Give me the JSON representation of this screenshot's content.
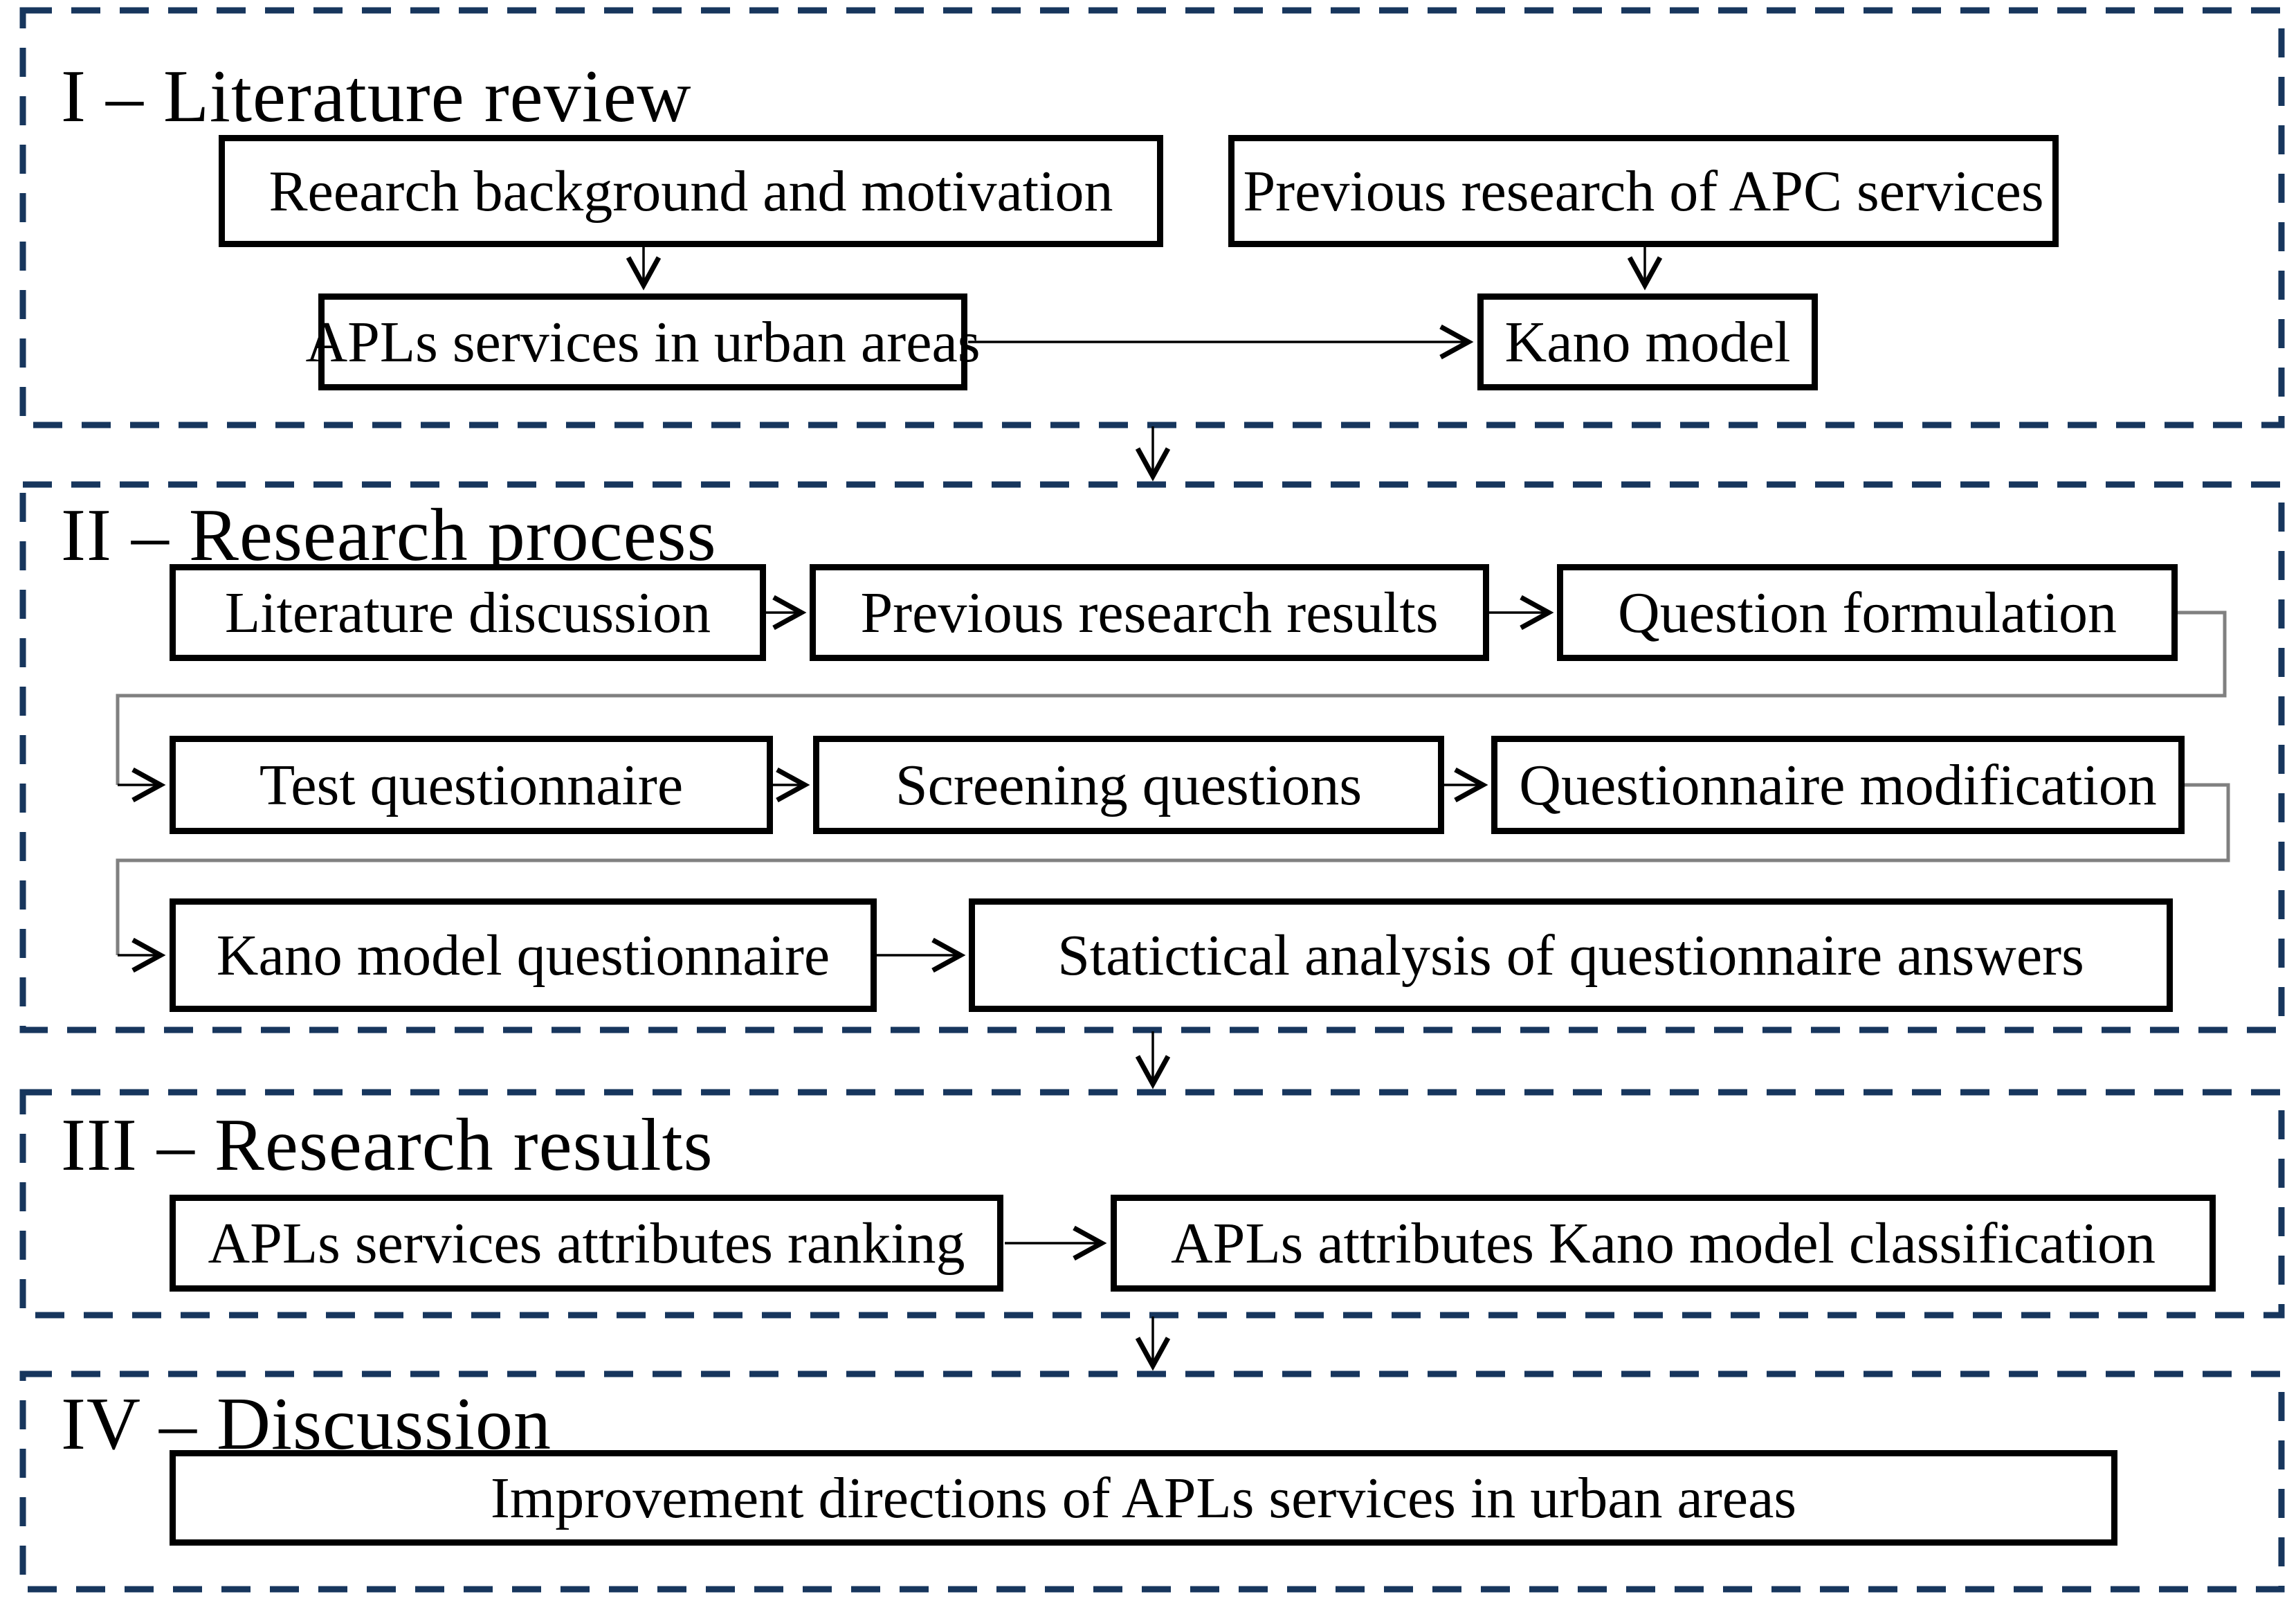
{
  "diagram": {
    "colors": {
      "dash": "#17365D",
      "box": "#000000",
      "wrap": "#808080",
      "ink": "#000000",
      "bg": "#FFFFFF"
    },
    "sections": [
      {
        "title": "I – Literature review",
        "boxes": [
          {
            "label": "Reearch background and motivation"
          },
          {
            "label": "Previous research of APC services"
          },
          {
            "label": "APLs services in urban areas"
          },
          {
            "label": "Kano model"
          }
        ]
      },
      {
        "title": "II – Research process",
        "boxes": [
          {
            "label": "Literature discussion"
          },
          {
            "label": "Previous research results"
          },
          {
            "label": "Question formulation"
          },
          {
            "label": "Test questionnaire"
          },
          {
            "label": "Screening questions"
          },
          {
            "label": "Questionnaire modification"
          },
          {
            "label": "Kano model questionnaire"
          },
          {
            "label": "Statictical analysis of questionnaire answers"
          }
        ]
      },
      {
        "title": "III – Research results",
        "boxes": [
          {
            "label": "APLs services attributes ranking"
          },
          {
            "label": "APLs attributes Kano model classification"
          }
        ]
      },
      {
        "title": "IV – Discussion",
        "boxes": [
          {
            "label": "Improvement directions of APLs services in urban areas"
          }
        ]
      }
    ]
  }
}
